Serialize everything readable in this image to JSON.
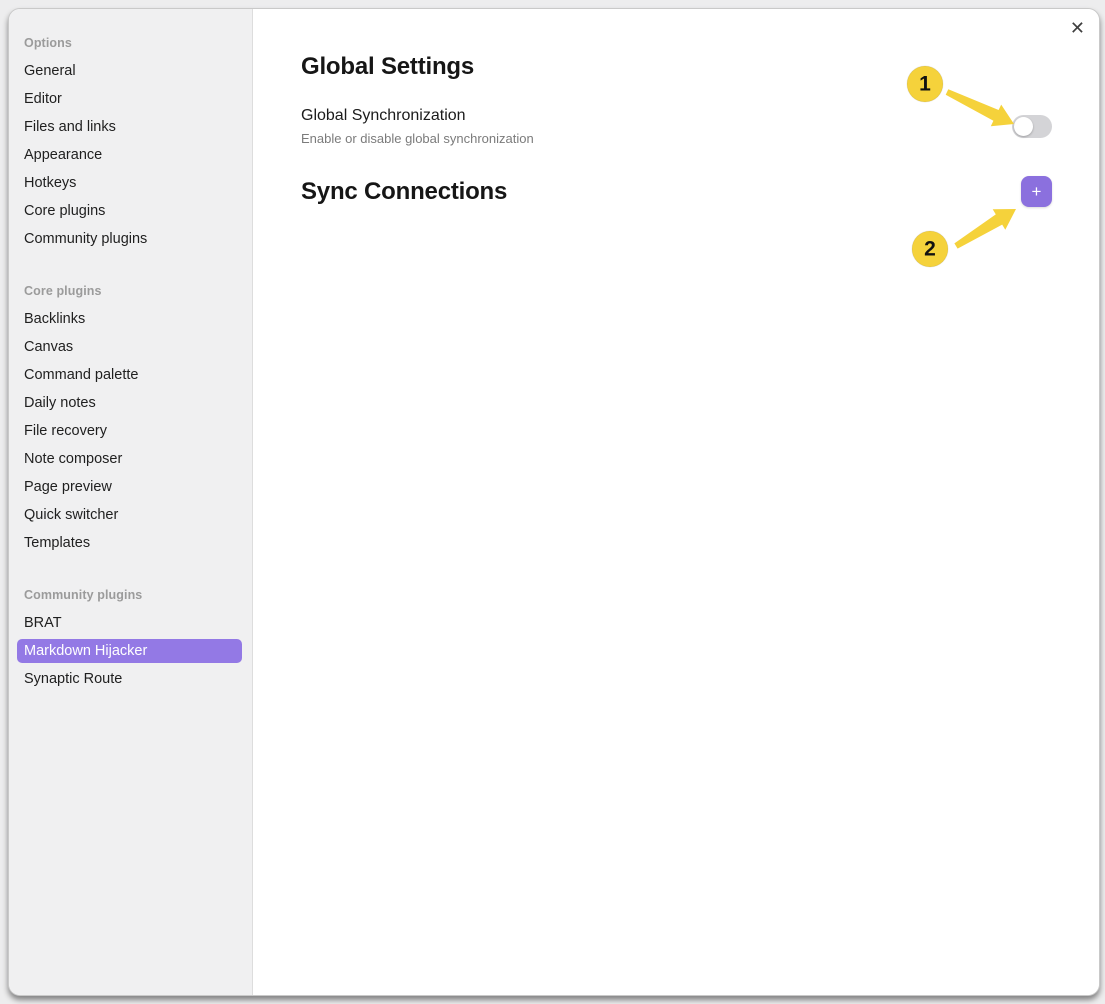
{
  "colors": {
    "accent_button": "#8b70de",
    "sidebar_highlight": "#9379e5",
    "annotation_yellow": "#f5d23b",
    "toggle_off": "#d4d4d7"
  },
  "window": {
    "close_icon": "✕"
  },
  "sidebar": {
    "sections": [
      {
        "header": "Options",
        "items": [
          {
            "label": "General",
            "selected": false
          },
          {
            "label": "Editor",
            "selected": false
          },
          {
            "label": "Files and links",
            "selected": false
          },
          {
            "label": "Appearance",
            "selected": false
          },
          {
            "label": "Hotkeys",
            "selected": false
          },
          {
            "label": "Core plugins",
            "selected": false
          },
          {
            "label": "Community plugins",
            "selected": false
          }
        ]
      },
      {
        "header": "Core plugins",
        "items": [
          {
            "label": "Backlinks",
            "selected": false
          },
          {
            "label": "Canvas",
            "selected": false
          },
          {
            "label": "Command palette",
            "selected": false
          },
          {
            "label": "Daily notes",
            "selected": false
          },
          {
            "label": "File recovery",
            "selected": false
          },
          {
            "label": "Note composer",
            "selected": false
          },
          {
            "label": "Page preview",
            "selected": false
          },
          {
            "label": "Quick switcher",
            "selected": false
          },
          {
            "label": "Templates",
            "selected": false
          }
        ]
      },
      {
        "header": "Community plugins",
        "items": [
          {
            "label": "BRAT",
            "selected": false
          },
          {
            "label": "Markdown Hijacker",
            "selected": true
          },
          {
            "label": "Synaptic Route",
            "selected": false
          }
        ]
      }
    ]
  },
  "main": {
    "global_settings": {
      "title": "Global Settings",
      "setting": {
        "name": "Global Synchronization",
        "description": "Enable or disable global synchronization",
        "toggle_state": "off"
      }
    },
    "sync_connections": {
      "title": "Sync Connections",
      "add_button_label": "+"
    }
  },
  "annotations": {
    "badges": [
      {
        "number": "1",
        "target": "global-sync-toggle"
      },
      {
        "number": "2",
        "target": "add-sync-connection-button"
      }
    ]
  }
}
